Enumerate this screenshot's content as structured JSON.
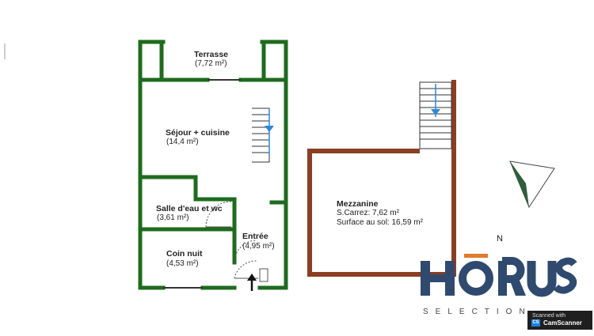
{
  "plan": {
    "rooms": {
      "terrasse": {
        "name": "Terrasse",
        "area": "(7,72 m²)"
      },
      "sejour": {
        "name": "Séjour + cuisine",
        "area": "(14,4 m²)"
      },
      "salle": {
        "name": "Salle d'eau et wc",
        "area": "(3,61 m²)"
      },
      "entree": {
        "name": "Entrée",
        "area": "(4,95 m²)"
      },
      "coin": {
        "name": "Coin nuit",
        "area": "(4,53 m²)"
      },
      "mezzanine": {
        "name": "Mezzanine",
        "carrez": "S.Carrez: 7,62 m²",
        "sol": "Surface au sol: 16,59 m²"
      }
    },
    "compass_label": "N",
    "colors": {
      "ground_wall": "#1e6b1e",
      "mezz_wall": "#8a3e24",
      "stair_arrow": "#2f86d8",
      "brand": "#2f4a6e",
      "brand_accent": "#e07a2e"
    }
  },
  "brand": {
    "name": "HORUS",
    "tagline": "SELECTION"
  },
  "scanner": {
    "line1": "Scanned with",
    "line2": "CamScanner",
    "badge": "CS"
  }
}
